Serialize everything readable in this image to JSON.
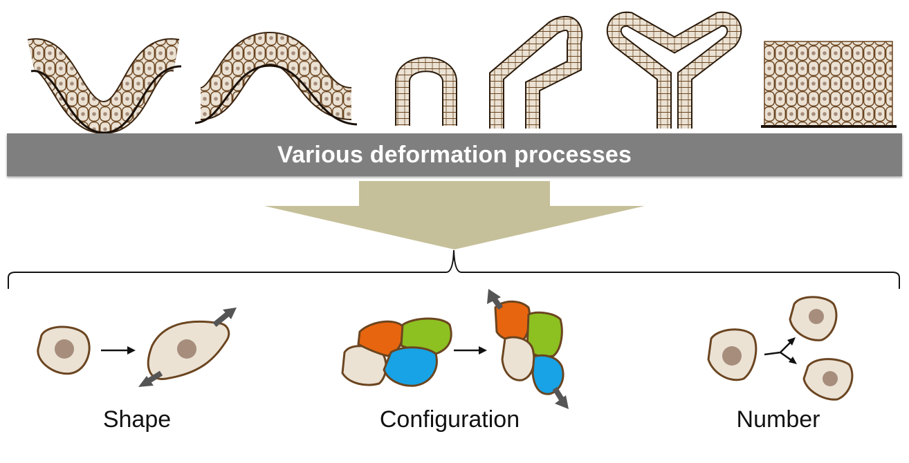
{
  "banner": {
    "text": "Various deformation processes"
  },
  "labels": {
    "shape": "Shape",
    "configuration": "Configuration",
    "number": "Number"
  },
  "colors": {
    "cell_fill": "#ebe2d4",
    "cell_outline": "#6b4520",
    "nucleus": "#a68d7c",
    "banner": "#7f7f7f",
    "arrow": "#c6c09a",
    "double_arrow": "#555555",
    "config_orange": "#e8650f",
    "config_green": "#8dc021",
    "config_blue": "#17a3e6"
  }
}
